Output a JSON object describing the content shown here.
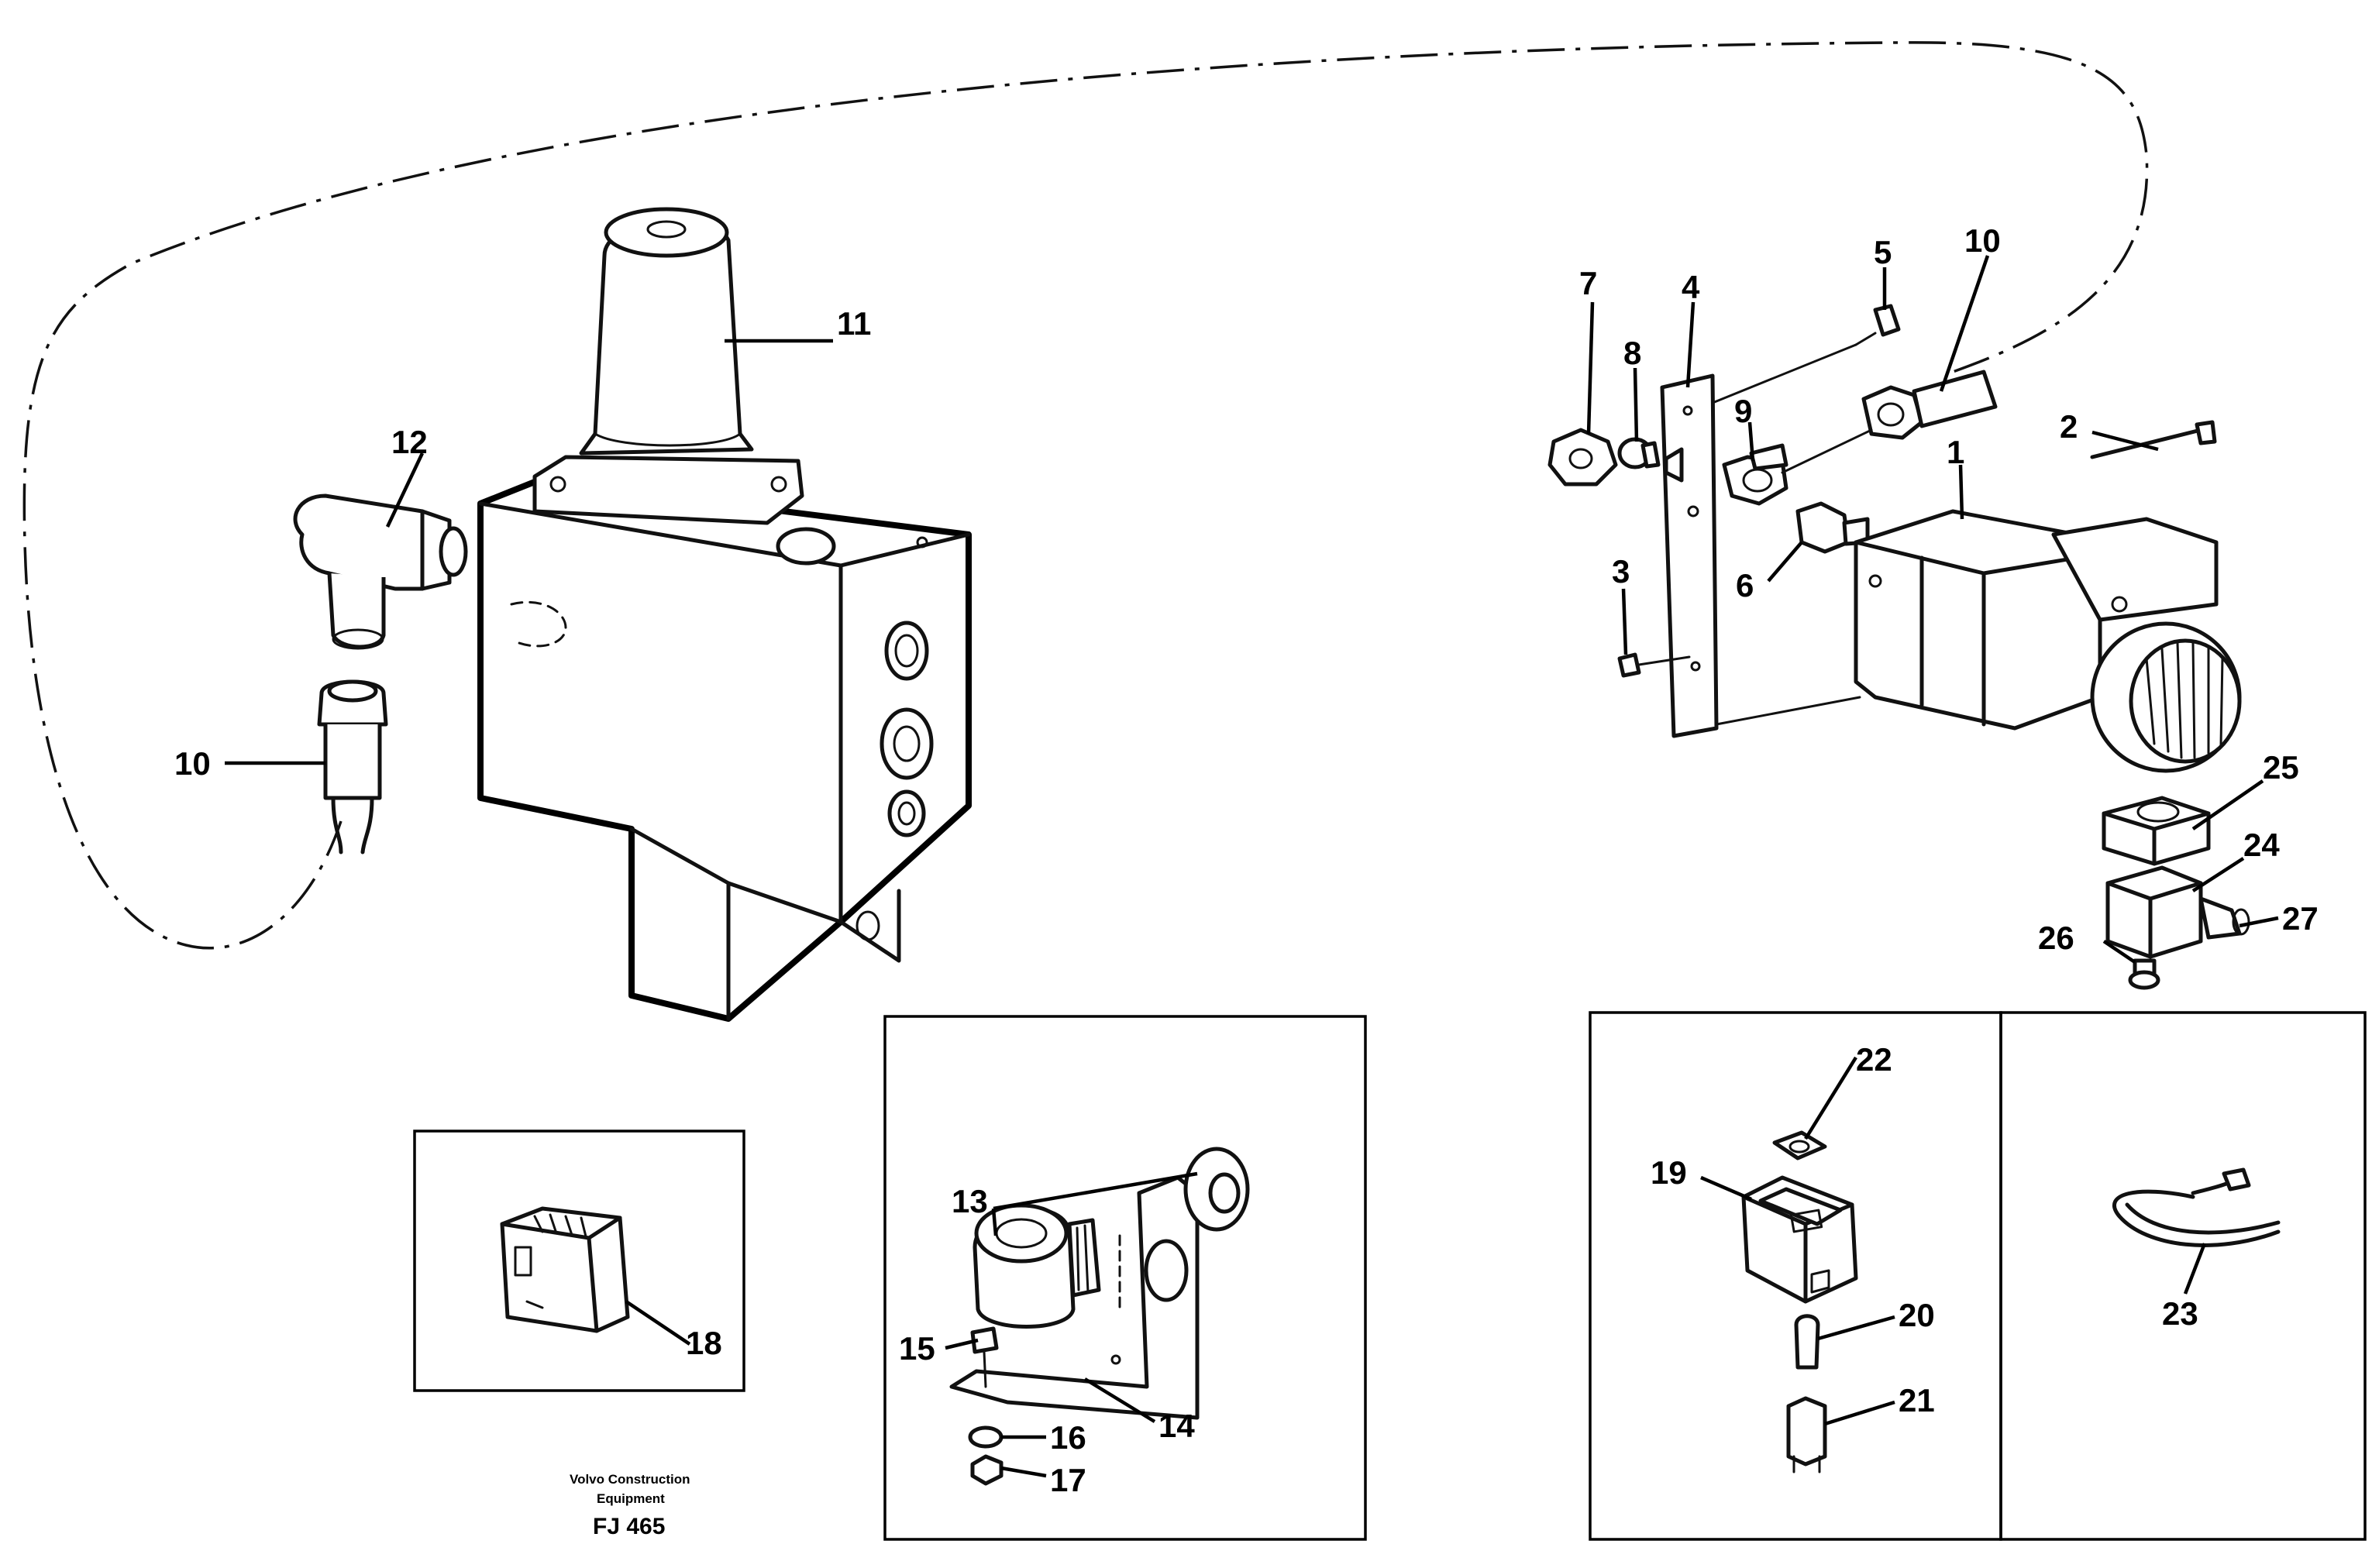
{
  "callouts": {
    "c1": "1",
    "c2": "2",
    "c3": "3",
    "c4": "4",
    "c5": "5",
    "c6": "6",
    "c7": "7",
    "c8": "8",
    "c9": "9",
    "c10a": "10",
    "c10b": "10",
    "c11": "11",
    "c12": "12",
    "c13": "13",
    "c14": "14",
    "c15": "15",
    "c16": "16",
    "c17": "17",
    "c18": "18",
    "c19": "19",
    "c20": "20",
    "c21": "21",
    "c22": "22",
    "c23": "23",
    "c24": "24",
    "c25": "25",
    "c26": "26",
    "c27": "27"
  },
  "footer": {
    "brand_line1": "Volvo Construction",
    "brand_line2": "Equipment",
    "code": "FJ 465"
  }
}
